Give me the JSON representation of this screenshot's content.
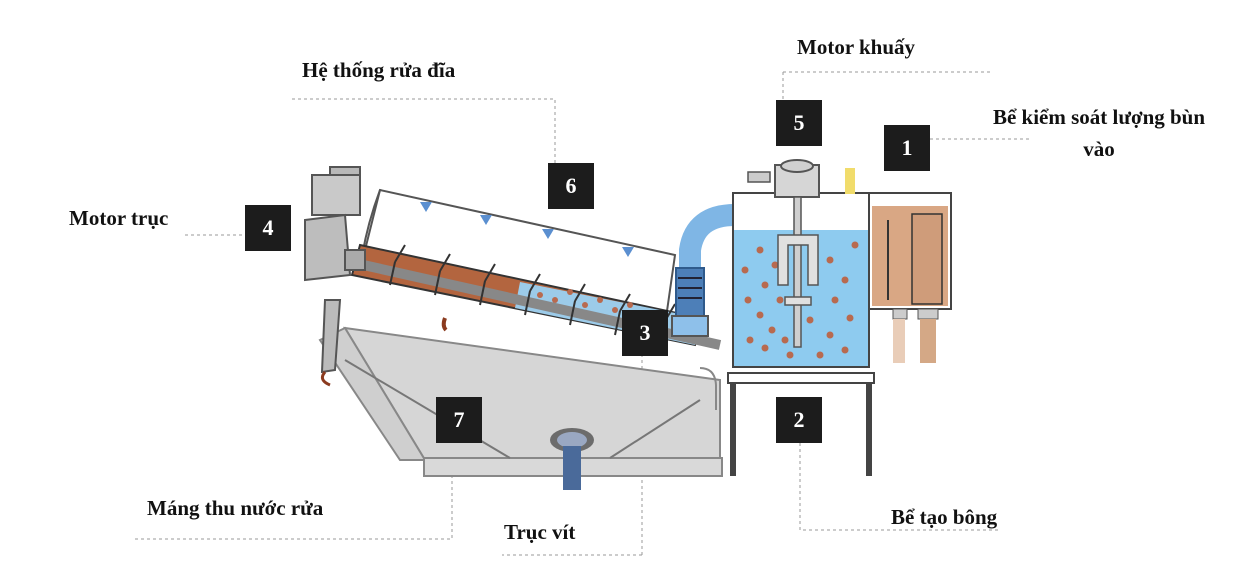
{
  "labels": {
    "washing": "Hệ thống rửa đĩa",
    "stir_motor": "Motor khuấy",
    "sludge_tank": "Bể kiểm soát lượng bùn vào",
    "shaft_motor": "Motor trục",
    "collector": "Máng thu nước rửa",
    "screw": "Trục vít",
    "floc_tank": "Bể tạo bông"
  },
  "badges": {
    "b1": "1",
    "b2": "2",
    "b3": "3",
    "b4": "4",
    "b5": "5",
    "b6": "6",
    "b7": "7"
  },
  "colors": {
    "frame": "#d8d8d8",
    "water": "#8ecbef",
    "sludge": "#b86a4f",
    "tank_brown": "#d9a784",
    "badge": "#1c1c1c"
  }
}
